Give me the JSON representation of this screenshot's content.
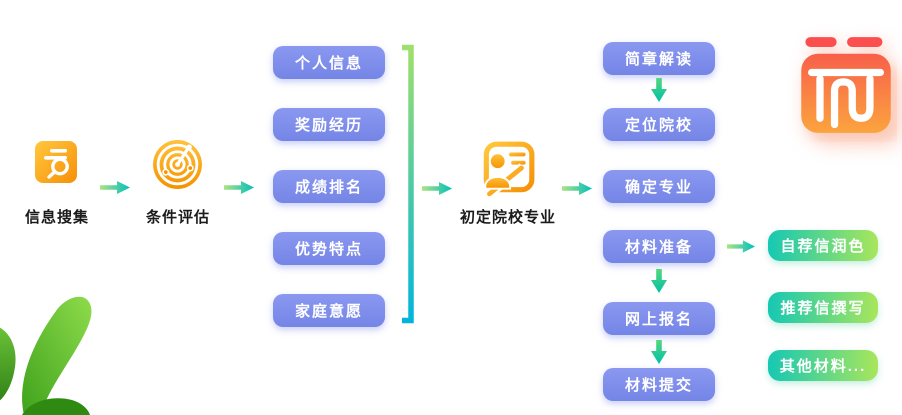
{
  "diagram": {
    "stage1": {
      "label": "信息搜集"
    },
    "stage2": {
      "label": "条件评估"
    },
    "stage3": {
      "label": "初定院校专业"
    },
    "factors": [
      "个人信息",
      "奖励经历",
      "成绩排名",
      "优势特点",
      "家庭意愿"
    ],
    "steps": [
      "简章解读",
      "定位院校",
      "确定专业",
      "材料准备",
      "网上报名",
      "材料提交"
    ],
    "materials": [
      "自荐信润色",
      "推荐信撰写",
      "其他材料..."
    ]
  },
  "icons": {
    "stage1_icon": "document-search-icon",
    "stage2_icon": "radar-target-icon",
    "stage3_icon": "profile-document-icon",
    "brand": "brand-logo-seal",
    "decoration": "plant-leaves-decoration"
  },
  "colors": {
    "pill_blue": "#7B8BE8",
    "pill_green_start": "#16C8B4",
    "pill_green_end": "#A8E65B",
    "arrow_start": "#ABE381",
    "arrow_end": "#00BFC0",
    "bracket_top": "#9FE06B",
    "bracket_bottom": "#00B5DC",
    "icon_orange": "#F79009",
    "logo_red": "#FB4E4E",
    "logo_orange": "#FBA43E",
    "leaf_green": "#5CBD2E"
  }
}
